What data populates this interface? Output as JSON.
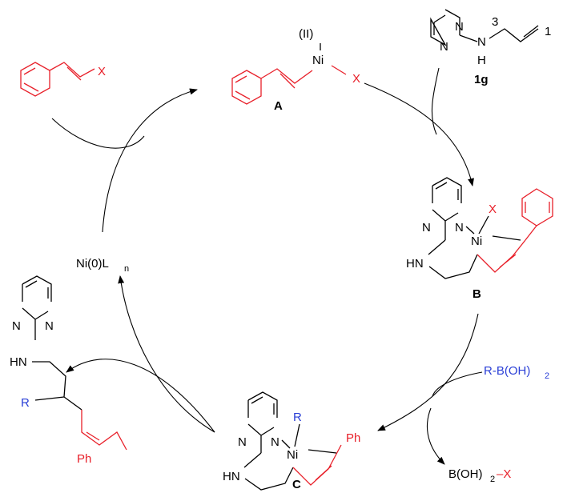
{
  "compound_labels": {
    "A": "A",
    "B": "B",
    "C": "C",
    "sm": "1g"
  },
  "atoms": {
    "N": "N",
    "H": "H",
    "HN": "HN",
    "Ni": "Ni",
    "X": "X",
    "R": "R",
    "Ph": "Ph",
    "ox_state": "(II)",
    "pos3": "3",
    "pos1": "1"
  },
  "reagents": {
    "catalyst": "Ni(0)L",
    "catalyst_sub": "n",
    "boronic_acid": "R-B(OH)",
    "boronic_acid_sub": "2",
    "byproduct": "B(OH)",
    "byproduct_sub": "2",
    "byproduct_dash": "–X"
  },
  "colors": {
    "substrate_red": "#e8202a",
    "r_group_blue": "#2a3fd6",
    "bond_black": "#000000"
  }
}
